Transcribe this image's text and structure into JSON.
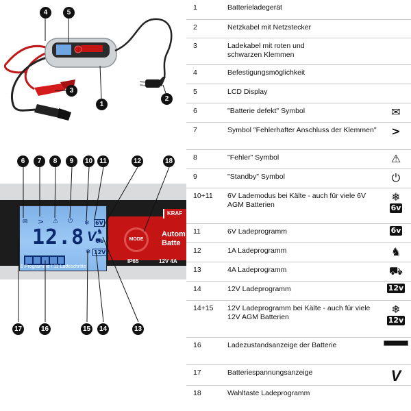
{
  "device": {
    "lcd_voltage": "12.8",
    "lcd_unit": "V",
    "lcd_footer": "6 Programme / 11 Ladeschritte",
    "mode_button": "MODE",
    "brand_badge": "KRAF",
    "model_line1": "Autom",
    "model_line2": "Batte",
    "ip_rating": "IP65",
    "spec": "12V 4A",
    "lcd_badge_6v": "6V",
    "lcd_badge_12v": "12V"
  },
  "callouts": [
    "1",
    "2",
    "3",
    "4",
    "5",
    "6",
    "7",
    "8",
    "9",
    "10",
    "11",
    "12",
    "13",
    "14",
    "15",
    "16",
    "17",
    "18"
  ],
  "legend": [
    {
      "num": "1",
      "text": "Batterieladegerät",
      "symbol": ""
    },
    {
      "num": "2",
      "text": "Netzkabel mit Netzstecker",
      "symbol": ""
    },
    {
      "num": "3",
      "text": "Ladekabel mit roten und schwarzen Klemmen",
      "symbol": ""
    },
    {
      "num": "4",
      "text": "Befestigungsmöglichkeit",
      "symbol": ""
    },
    {
      "num": "5",
      "text": "LCD Display",
      "symbol": ""
    },
    {
      "num": "6",
      "text": "\"Batterie defekt\" Symbol",
      "symbol": "battery-defect-icon"
    },
    {
      "num": "7",
      "text": "Symbol \"Fehlerhafter Anschluss der Klemmen\"",
      "symbol": "clamp-icon"
    },
    {
      "num": "8",
      "text": "\"Fehler\" Symbol",
      "symbol": "warning-icon"
    },
    {
      "num": "9",
      "text": "\"Standby\" Symbol",
      "symbol": "power-icon"
    },
    {
      "num": "10+11",
      "text": "6V Lademodus bei Kälte - auch für viele 6V AGM Batterien",
      "symbol": "snow-6v-icon"
    },
    {
      "num": "11",
      "text": "6V Ladeprogramm",
      "symbol": "6v-icon"
    },
    {
      "num": "12",
      "text": "1A Ladeprogramm",
      "symbol": "motorbike-icon"
    },
    {
      "num": "13",
      "text": "4A Ladeprogramm",
      "symbol": "car-icon"
    },
    {
      "num": "14",
      "text": "12V Ladeprogramm",
      "symbol": "12v-icon"
    },
    {
      "num": "14+15",
      "text": "12V Ladeprogramm bei Kälte - auch für viele 12V AGM Batterien",
      "symbol": "snow-12v-icon"
    },
    {
      "num": "16",
      "text": "Ladezustandsanzeige der Batterie",
      "symbol": "charge-bar-icon"
    },
    {
      "num": "17",
      "text": "Batteriespannungsanzeige",
      "symbol": "volt-icon"
    },
    {
      "num": "18",
      "text": "Wahltaste Ladeprogramm",
      "symbol": ""
    }
  ],
  "symbol_glyphs": {
    "warning": "⚠",
    "power": "⏻",
    "snow": "❄",
    "six_v": "6v",
    "twelve_v": "12v",
    "volt": "V"
  }
}
